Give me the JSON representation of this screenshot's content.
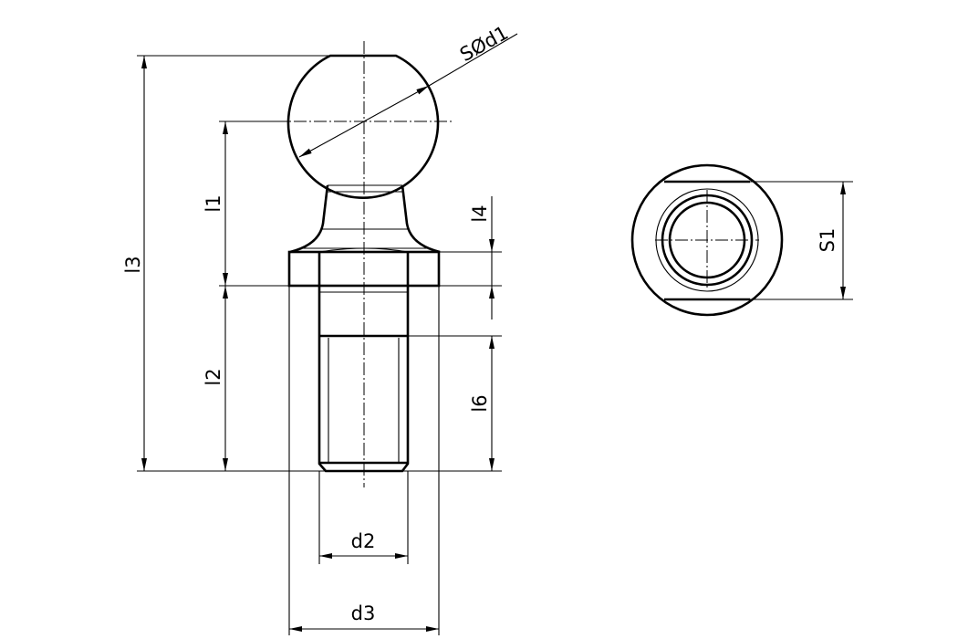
{
  "drawing": {
    "subject": "Ball stud technical drawing",
    "views": [
      "side view",
      "top view"
    ],
    "colors": {
      "line": "#000000",
      "background": "#ffffff"
    }
  },
  "dimensions": {
    "ball_diameter": "SØd1",
    "l1": "l1",
    "l2": "l2",
    "l3": "l3",
    "l4": "l4",
    "l6": "l6",
    "d2": "d2",
    "d3": "d3",
    "s1": "S1"
  }
}
